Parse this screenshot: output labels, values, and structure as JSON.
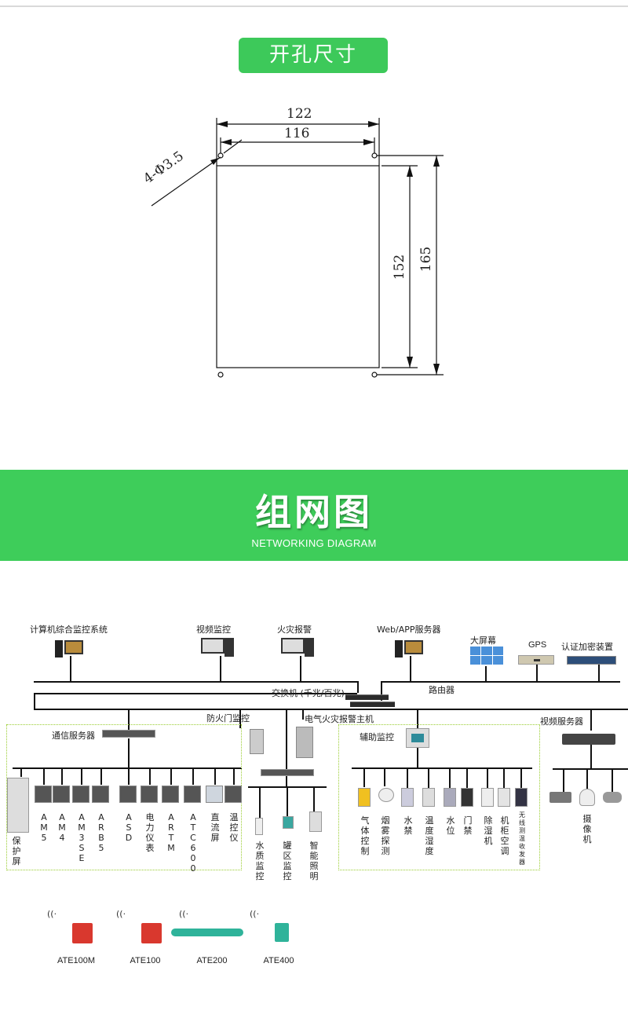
{
  "section1": {
    "title": "开孔尺寸"
  },
  "cutout_drawing": {
    "width_outer": "122",
    "width_inner": "116",
    "height_inner": "152",
    "height_outer": "165",
    "hole_spec": "4-Φ3.5"
  },
  "section2": {
    "title": "组网图",
    "subtitle": "NETWORKING DIAGRAM"
  },
  "network": {
    "top_devices": [
      {
        "label": "计算机综合监控系统",
        "icon": "computer-icon"
      },
      {
        "label": "视频监控",
        "icon": "computer-icon"
      },
      {
        "label": "火灾报警",
        "icon": "computer-icon"
      },
      {
        "label": "Web/APP服务器",
        "icon": "computer-icon"
      },
      {
        "label": "大屏幕",
        "icon": "video-wall-icon"
      },
      {
        "label": "GPS",
        "icon": "gps-box-icon"
      },
      {
        "label": "认证加密装置",
        "icon": "rack-device-icon"
      }
    ],
    "switch_label": "交换机 (千兆/百兆)",
    "router_label": "路由器",
    "comm_server_label": "通信服务器",
    "fire_door_label": "防火门监控",
    "elec_fire_label": "电气火灾报警主机",
    "aux_monitor_label": "辅助监控",
    "video_server_label": "视频服务器",
    "comm_devices": [
      {
        "label": "保护屏"
      },
      {
        "label": "AM5"
      },
      {
        "label": "AM4"
      },
      {
        "label": "AM3SE"
      },
      {
        "label": "ARB5"
      },
      {
        "label": "ASD"
      },
      {
        "label": "电力仪表"
      },
      {
        "label": "ARTM"
      },
      {
        "label": "ATC600"
      },
      {
        "label": "直流屏"
      },
      {
        "label": "温控仪"
      }
    ],
    "middle_devices": [
      {
        "label": "水质监控"
      },
      {
        "label": "罐区监控"
      },
      {
        "label": "智能照明"
      }
    ],
    "aux_devices": [
      {
        "label": "气体控制"
      },
      {
        "label": "烟雾探测"
      },
      {
        "label": "水禁"
      },
      {
        "label": "温度湿度"
      },
      {
        "label": "水位"
      },
      {
        "label": "门禁"
      },
      {
        "label": "除湿机"
      },
      {
        "label": "机柜空调"
      },
      {
        "label": "无线测温收发器"
      }
    ],
    "camera_label": "摄像机",
    "wireless_sensors": [
      {
        "label": "ATE100M"
      },
      {
        "label": "ATE100"
      },
      {
        "label": "ATE200"
      },
      {
        "label": "ATE400"
      }
    ]
  },
  "colors": {
    "accent_green": "#3ecd5a",
    "dotted_border": "#9acd32",
    "sensor_red": "#d9382e",
    "sensor_teal": "#2fb39a"
  }
}
